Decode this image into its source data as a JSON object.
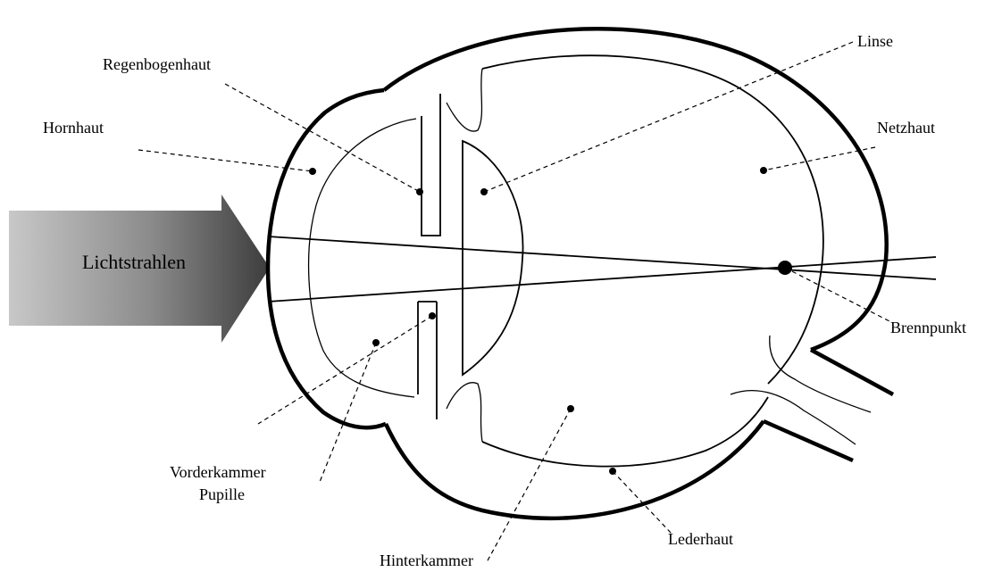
{
  "labels": {
    "lichtstrahlen": "Lichtstrahlen",
    "regenbogenhaut": "Regenbogenhaut",
    "hornhaut": "Hornhaut",
    "linse": "Linse",
    "netzhaut": "Netzhaut",
    "brennpunkt": "Brennpunkt",
    "vorderkammer": "Vorderkammer",
    "pupille": "Pupille",
    "hinterkammer": "Hinterkammer",
    "lederhaut": "Lederhaut"
  },
  "colors": {
    "arrow_light": "#c8c8c8",
    "arrow_dark": "#4a4a4a",
    "line": "#000000"
  }
}
